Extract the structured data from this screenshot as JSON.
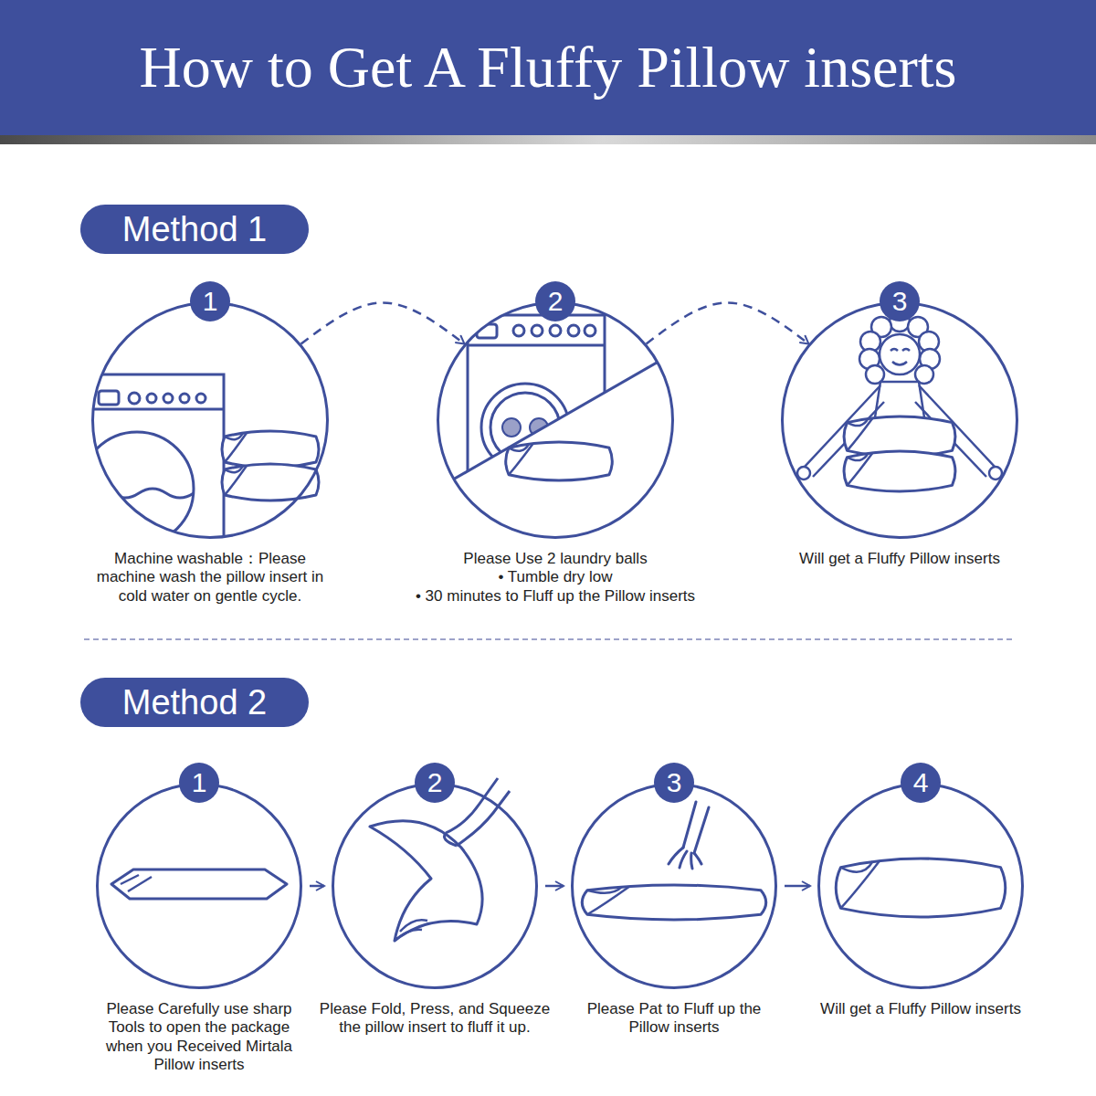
{
  "diagram": {
    "title": "How to Get A Fluffy Pillow inserts",
    "nodes": [
      {
        "text": [
          "Method 1"
        ]
      },
      {
        "text": [
          "1",
          "Machine washable：Please machine wash the pillow insert in cold water on gentle cycle."
        ]
      },
      {
        "text": [
          "2",
          "Please Use 2 laundry balls",
          "• Tumble dry low",
          "• 30 minutes to Fluff up the Pillow inserts"
        ]
      },
      {
        "text": [
          "3",
          "Will get a Fluffy Pillow inserts"
        ]
      },
      {
        "text": [
          "Method 2"
        ]
      },
      {
        "text": [
          "1",
          "Please Carefully use sharp Tools to open the package when you Received Mirtala Pillow inserts"
        ]
      },
      {
        "text": [
          "2",
          "Please Fold, Press, and Squeeze the pillow insert to fluff it up."
        ]
      },
      {
        "text": [
          "3",
          "Please Pat to Fluff up the Pillow inserts"
        ]
      },
      {
        "text": [
          "4",
          "Will get a Fluffy Pillow inserts"
        ]
      }
    ],
    "edges": [
      {
        "from": 1,
        "to": 2,
        "arrow": "to"
      },
      {
        "from": 2,
        "to": 3,
        "arrow": "to"
      },
      {
        "from": 5,
        "to": 6,
        "arrow": "to"
      },
      {
        "from": 6,
        "to": 7,
        "arrow": "to"
      },
      {
        "from": 7,
        "to": 8,
        "arrow": "to"
      }
    ]
  }
}
